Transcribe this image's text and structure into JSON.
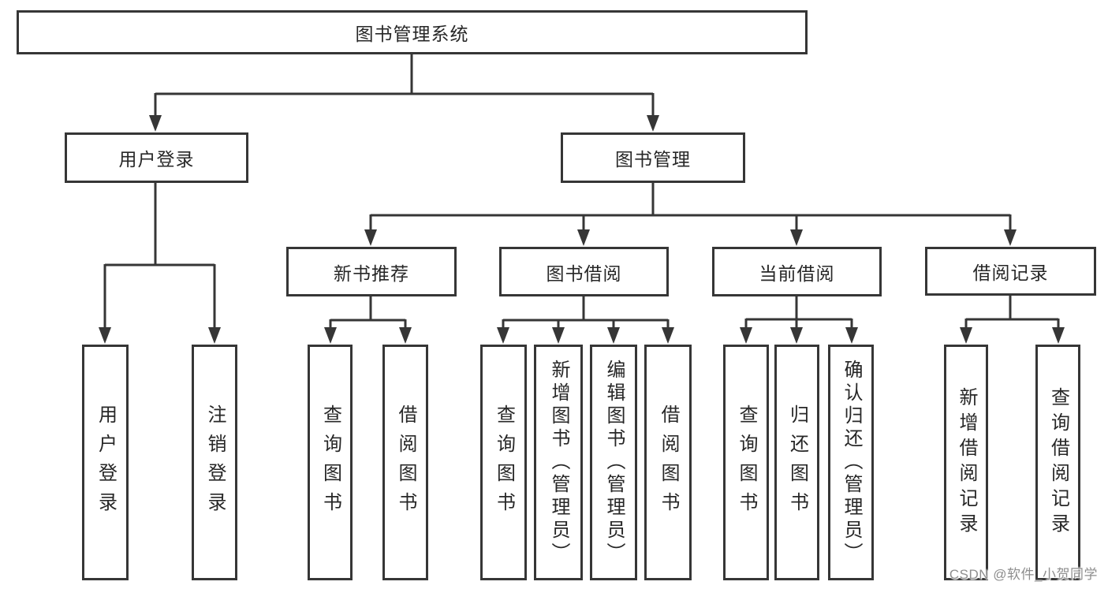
{
  "nodes": {
    "root": {
      "label": "图书管理系统"
    },
    "user_login": {
      "label": "用户登录"
    },
    "book_mgmt": {
      "label": "图书管理"
    },
    "new_book_rec": {
      "label": "新书推荐"
    },
    "book_borrow": {
      "label": "图书借阅"
    },
    "current_borrow": {
      "label": "当前借阅"
    },
    "borrow_records": {
      "label": "借阅记录"
    },
    "ul_user_login": {
      "label": "用户登录"
    },
    "ul_logout": {
      "label": "注销登录"
    },
    "nb_query_books": {
      "label": "查询图书"
    },
    "nb_borrow_books": {
      "label": "借阅图书"
    },
    "bb_query_books": {
      "label": "查询图书"
    },
    "bb_add_books": {
      "label": "新增图书（管理员）"
    },
    "bb_edit_books": {
      "label": "编辑图书（管理员）"
    },
    "bb_borrow_books": {
      "label": "借阅图书"
    },
    "cb_query_books": {
      "label": "查询图书"
    },
    "cb_return_books": {
      "label": "归还图书"
    },
    "cb_confirm_return": {
      "label": "确认归还（管理员）"
    },
    "br_add_record": {
      "label": "新增借阅记录"
    },
    "br_query_record": {
      "label": "查询借阅记录"
    }
  },
  "edges": [
    [
      "root",
      "user_login"
    ],
    [
      "root",
      "book_mgmt"
    ],
    [
      "user_login",
      "ul_user_login"
    ],
    [
      "user_login",
      "ul_logout"
    ],
    [
      "book_mgmt",
      "new_book_rec"
    ],
    [
      "book_mgmt",
      "book_borrow"
    ],
    [
      "book_mgmt",
      "current_borrow"
    ],
    [
      "book_mgmt",
      "borrow_records"
    ],
    [
      "new_book_rec",
      "nb_query_books"
    ],
    [
      "new_book_rec",
      "nb_borrow_books"
    ],
    [
      "book_borrow",
      "bb_query_books"
    ],
    [
      "book_borrow",
      "bb_add_books"
    ],
    [
      "book_borrow",
      "bb_edit_books"
    ],
    [
      "book_borrow",
      "bb_borrow_books"
    ],
    [
      "current_borrow",
      "cb_query_books"
    ],
    [
      "current_borrow",
      "cb_return_books"
    ],
    [
      "current_borrow",
      "cb_confirm_return"
    ],
    [
      "borrow_records",
      "br_add_record"
    ],
    [
      "borrow_records",
      "br_query_record"
    ]
  ],
  "watermark": "CSDN @软件_小贺同学",
  "colors": {
    "line": "#363636",
    "border": "#363636",
    "text": "#272727",
    "watermark": "#8e8e8e",
    "background": "#ffffff"
  }
}
